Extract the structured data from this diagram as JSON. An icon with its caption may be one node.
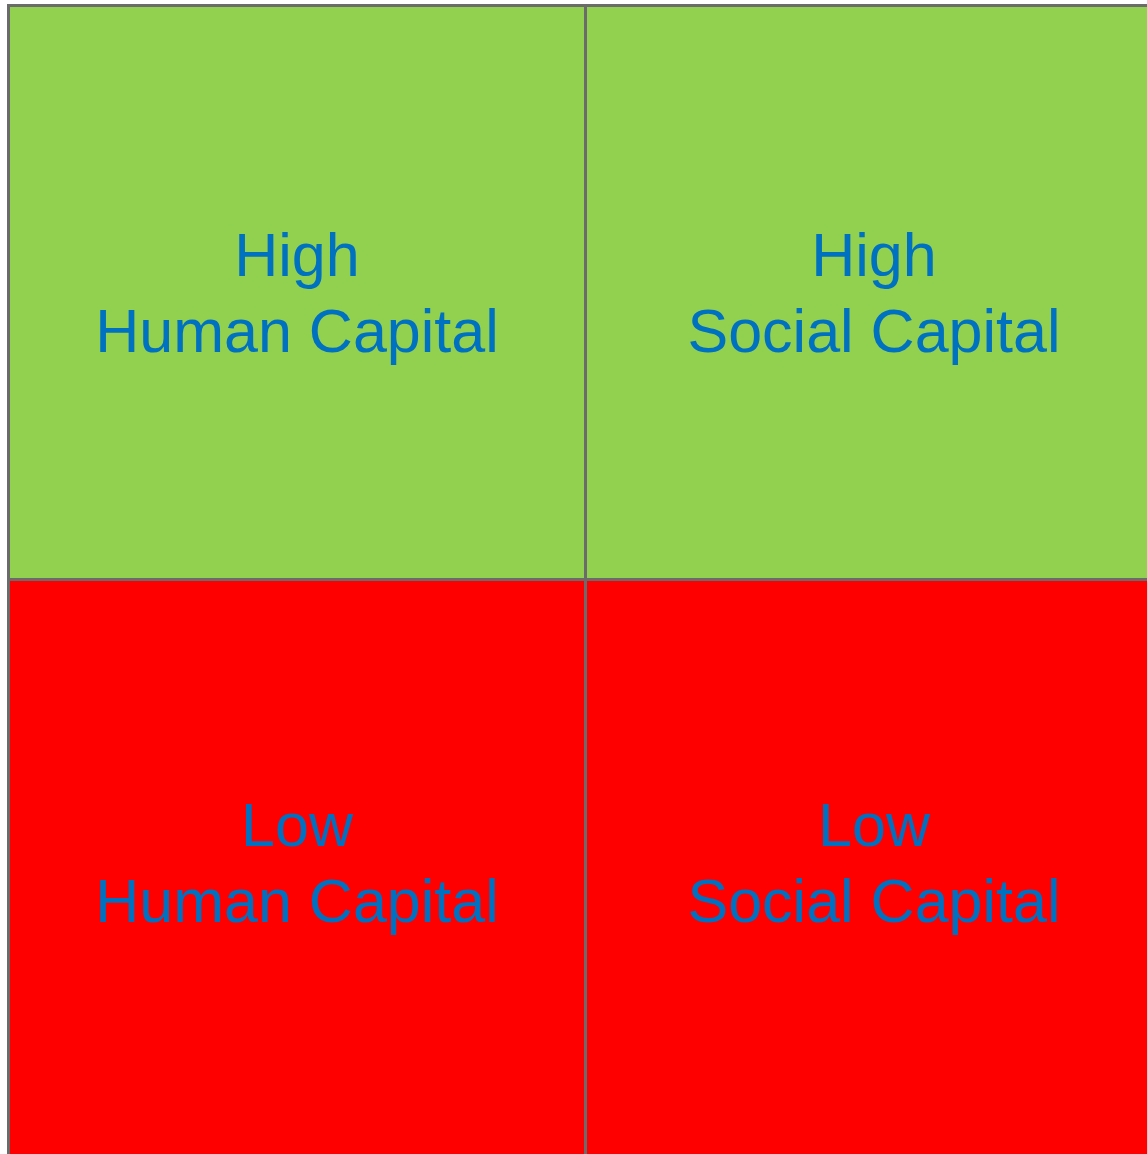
{
  "diagram": {
    "nodes": [
      {
        "text": [
          "High",
          "Human Capital"
        ]
      },
      {
        "text": [
          "High",
          "Social Capital"
        ]
      },
      {
        "text": [
          "Low",
          "Human Capital"
        ]
      },
      {
        "text": [
          "Low",
          "Social Capital"
        ]
      }
    ]
  }
}
